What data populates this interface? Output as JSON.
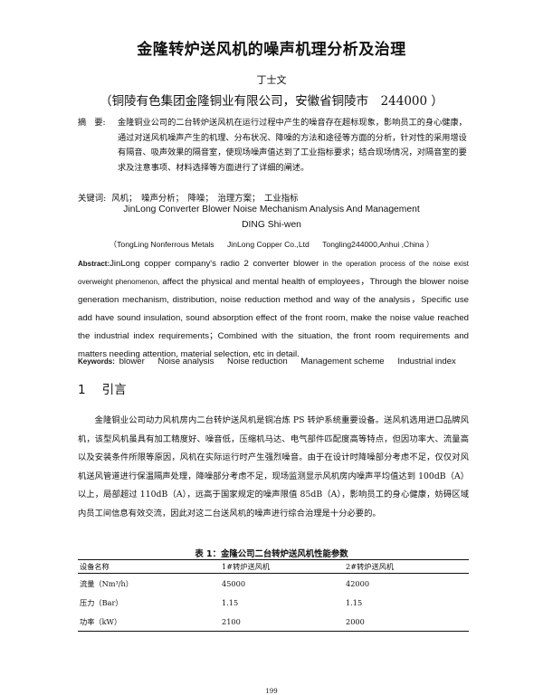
{
  "title": "金隆转炉送风机的噪声机理分析及治理",
  "author": "丁士文",
  "affiliation": "（铜陵有色集团金隆铜业有限公司，安徽省铜陵市　244000 ）",
  "abstract_zh": {
    "label": "摘　要:",
    "text": "金隆铜业公司的二台转炉送风机在运行过程中产生的噪音存在超标现象，影响员工的身心健康，通过对送风机噪声产生的机理、分布状况、降噪的方法和途径等方面的分析，针对性的采用增设有隔音、吸声效果的隔音室，使现场噪声值达到了工业指标要求；结合现场情况，对隔音室的要求及注意事项、材料选择等方面进行了详细的阐述。"
  },
  "keywords_zh": {
    "label": "关键词:",
    "text": "风机；　噪声分析；　降噪；　治理方案；　工业指标"
  },
  "en_title": "JinLong Converter Blower Noise Mechanism Analysis And Management",
  "en_author": "DING Shi-wen",
  "en_affiliation": {
    "part1": "（TongLing Nonferrous Metals",
    "part2": "JinLong Copper Co.,Ltd",
    "part3": "Tongling244000,Anhui ,China ）"
  },
  "abstract_en": {
    "label": "Abstract:",
    "lead": "JinLong copper company's radio 2 converter blower",
    "small": " in the operation process of the noise exist overweight phenomenon,",
    "rest": " affect the physical and mental health of employees，Through the blower noise generation mechanism, distribution, noise reduction method and way of the analysis，Specific use add have sound insulation, sound absorption effect of the front room, make the noise value reached the industrial index requirements；Combined with the situation, the front room requirements and matters needing attention, material selection, etc in detail."
  },
  "keywords_en": {
    "label": "Keywords:",
    "items": [
      "blower",
      "Noise analysis",
      "Noise reduction",
      "Management scheme",
      "Industrial index"
    ]
  },
  "section": {
    "number": "1",
    "title": "引言"
  },
  "body_paragraph": "金隆铜业公司动力风机房内二台转炉送风机是铜冶炼 PS 转炉系统重要设备。送风机选用进口品牌风机，该型风机虽具有加工精度好、噪音低，压缩机马达、电气部件匹配度高等特点，但因功率大、流量高以及安装条件所限等原因，风机在实际运行时产生强烈噪音。由于在设计时降噪部分考虑不足，仅仅对风机送风管道进行保温隔声处理，降噪部分考虑不足，现场监测显示风机房内噪声平均值达到 100dB（A）以上，局部超过 110dB（A），远高于国家规定的噪声限值 85dB（A），影响员工的身心健康，妨碍区域内员工间信息有效交流，因此对这二台送风机的噪声进行综合治理是十分必要的。",
  "table": {
    "caption": "表 1：金隆公司二台转炉送风机性能参数",
    "headers": [
      "设备名称",
      "1#转炉送风机",
      "2#转炉送风机"
    ],
    "rows": [
      [
        "流量（Nm³/h）",
        "45000",
        "42000"
      ],
      [
        "压力（Bar）",
        "1.15",
        "1.15"
      ],
      [
        "功率（kW）",
        "2100",
        "2000"
      ]
    ]
  },
  "page_number": "199"
}
